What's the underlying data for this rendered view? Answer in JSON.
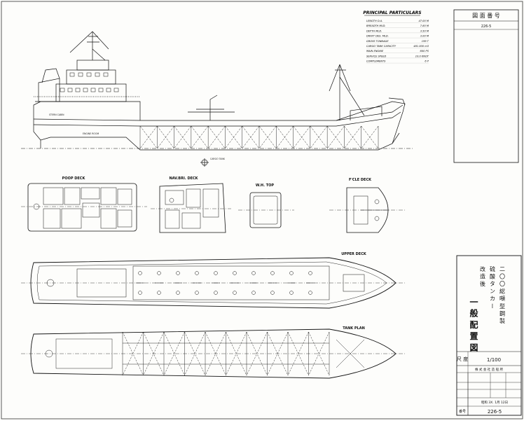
{
  "drawing": {
    "particulars": {
      "title": "PRINCIPAL PARTICULARS",
      "rows": [
        {
          "label": "LENGTH O.A.",
          "value": "47.00 M"
        },
        {
          "label": "BREADTH MLD.",
          "value": "7.80 M"
        },
        {
          "label": "DEPTH MLD.",
          "value": "3.50 M"
        },
        {
          "label": "DRAFT DES. MLD.",
          "value": "3.00 M"
        },
        {
          "label": "GROSS TONNAGE",
          "value": "199 T"
        },
        {
          "label": "CARGO TANK CAPACITY",
          "value": "481.000 m3"
        },
        {
          "label": "MAIN ENGINE",
          "value": "600 PS"
        },
        {
          "label": "SERVICE SPEED",
          "value": "10.0 KNOT"
        },
        {
          "label": "COMPLEMENTS",
          "value": "6 P"
        }
      ]
    },
    "views": {
      "poop_deck": "POOP DECK",
      "nav_bri_deck": "NAV.BRI. DECK",
      "wh_top": "W.H. TOP",
      "fcle_deck": "F'CLE DECK",
      "upper_deck": "UPPER DECK",
      "tank_plan": "TANK PLAN"
    },
    "profile_notes": {
      "engine_room": "ENGINE ROOM",
      "cargo_tank": "CARGO TANK",
      "keel": "STERN CABIN"
    }
  },
  "title_block": {
    "header": "図 面 番 号",
    "drawing_no_top": "226-5",
    "client_line1": "二 〇 〇 総 噸 型 鋼 製",
    "client_line2": "硫 酸 タ ン カ ー",
    "vessel_line": "改 造 後",
    "drawing_title": "一 般 配 置 図",
    "scale_label": "尺 度",
    "scale_value": "1/100",
    "company": "株 式 会 社 造 船 所",
    "date": "昭和 3X. 1月 12日",
    "drawing_no_label": "番号",
    "drawing_no": "226-5"
  }
}
